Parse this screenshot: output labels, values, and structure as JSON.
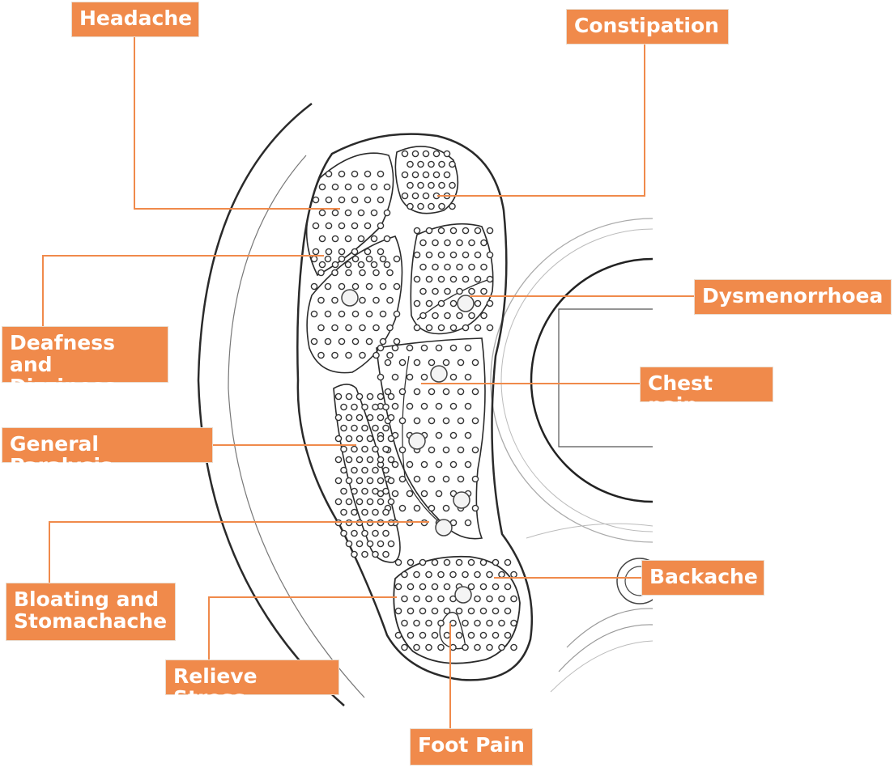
{
  "labels": {
    "headache": "Headache",
    "constipation": "Constipation",
    "dysmenorrhoea": "Dysmenorrhoea",
    "deafness_dizziness": "Deafness and\nDizziness",
    "chest_pain": "Chest pain",
    "general_paralysis": "General Paralysis",
    "bloating_stomachache": "Bloating and\nStomachache",
    "backache": "Backache",
    "relieve_stress": "Relieve Stress",
    "foot_pain": "Foot Pain"
  },
  "colors": {
    "label_fill": "#f08a4b",
    "leader_line": "#f08a4b",
    "sketch_line": "#2a2a2a"
  }
}
